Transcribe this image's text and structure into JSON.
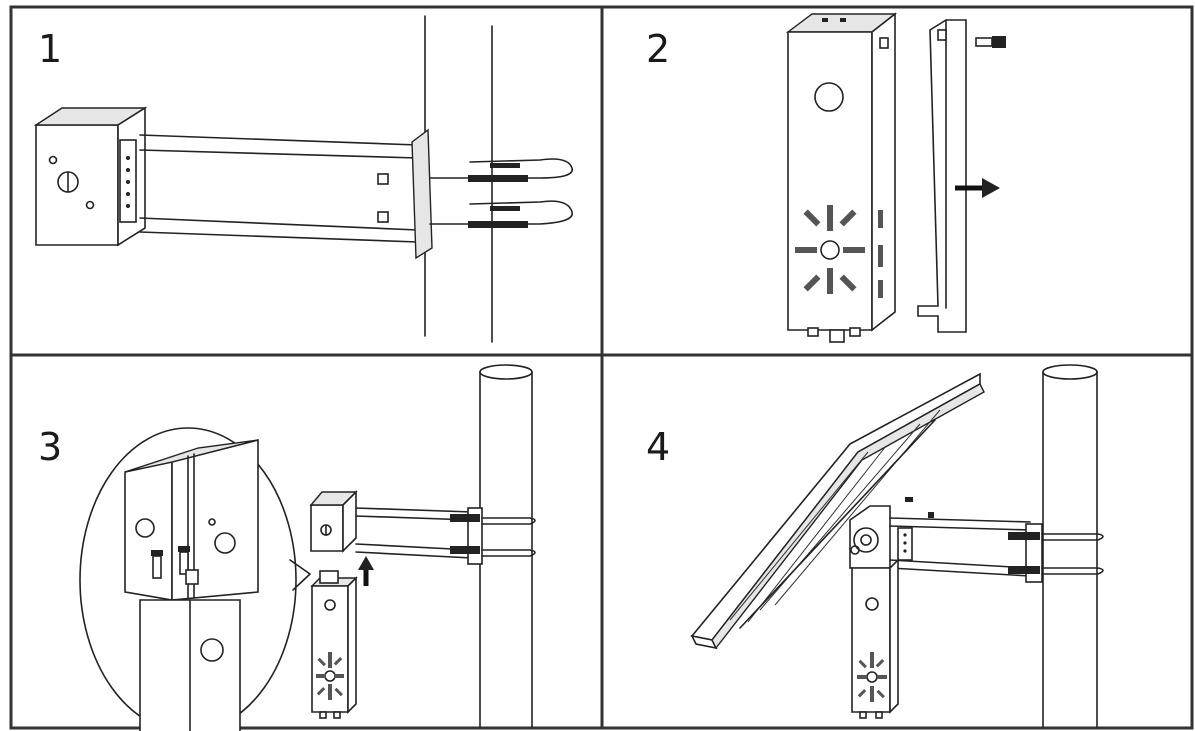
{
  "panels": [
    {
      "step": "1"
    },
    {
      "step": "2"
    },
    {
      "step": "3"
    },
    {
      "step": "4"
    }
  ],
  "colors": {
    "line": "#222222",
    "background": "#ffffff",
    "frame": "#333333"
  }
}
